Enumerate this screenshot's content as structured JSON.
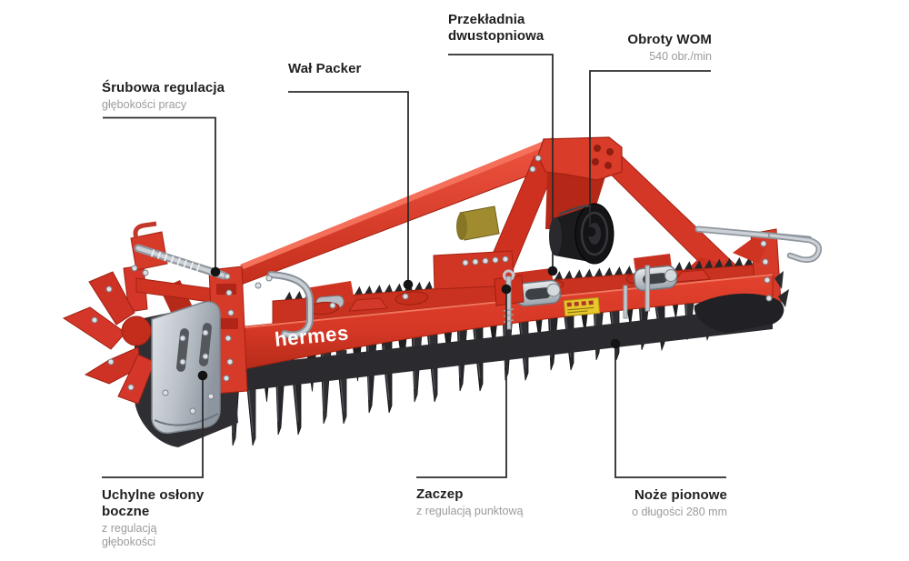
{
  "brand_logo": "hermes",
  "callouts": {
    "srubowa": {
      "title": "Śrubowa regulacja",
      "subtitle": "głębokości pracy"
    },
    "wal_packer": {
      "title": "Wał Packer"
    },
    "przekladnia": {
      "title": "Przekładnia dwustopniowa"
    },
    "obroty_wom": {
      "title": "Obroty WOM",
      "subtitle": "540 obr./min"
    },
    "uchylne": {
      "title": "Uchylne osłony boczne",
      "subtitle": "z regulacją głębokości"
    },
    "zaczep": {
      "title": "Zaczep",
      "subtitle": "z regulacją punktową"
    },
    "noze": {
      "title": "Noże pionowe",
      "subtitle": "o długości 280 mm"
    }
  },
  "colors": {
    "page_bg": "#ffffff",
    "machine_red": "#d83a28",
    "machine_red_dark": "#a32112",
    "tine_dark": "#26262a",
    "silver": "#c6cbd1",
    "sticker_yellow": "#e8c62c",
    "callout_line": "#2b2b2b",
    "callout_dot": "#141414",
    "label_title": "#1f1f1f",
    "label_subtitle": "#9b9b9b",
    "logo_white": "#ffffff"
  }
}
